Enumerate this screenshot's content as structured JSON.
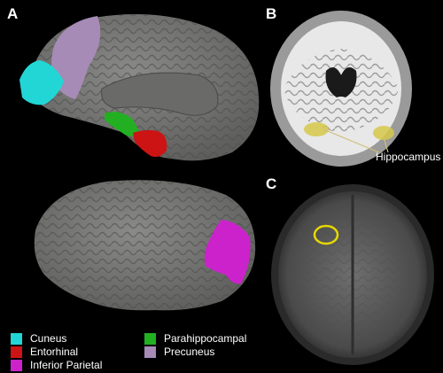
{
  "panels": {
    "a": "A",
    "b": "B",
    "c": "C"
  },
  "hippocampus_label": "Hippocampus",
  "legend": [
    {
      "label": "Cuneus",
      "color": "#22d6d6"
    },
    {
      "label": "Entorhinal",
      "color": "#cc1414"
    },
    {
      "label": "Inferior Parietal",
      "color": "#cc22cc"
    },
    {
      "label": "Parahippocampal",
      "color": "#22b022"
    },
    {
      "label": "Precuneus",
      "color": "#a58bb5"
    }
  ],
  "colors": {
    "brain_surface": "#7a7a78",
    "background": "#000000",
    "hippocampus_highlight": "#d6c84a",
    "lesion_circle": "#e8d800"
  }
}
